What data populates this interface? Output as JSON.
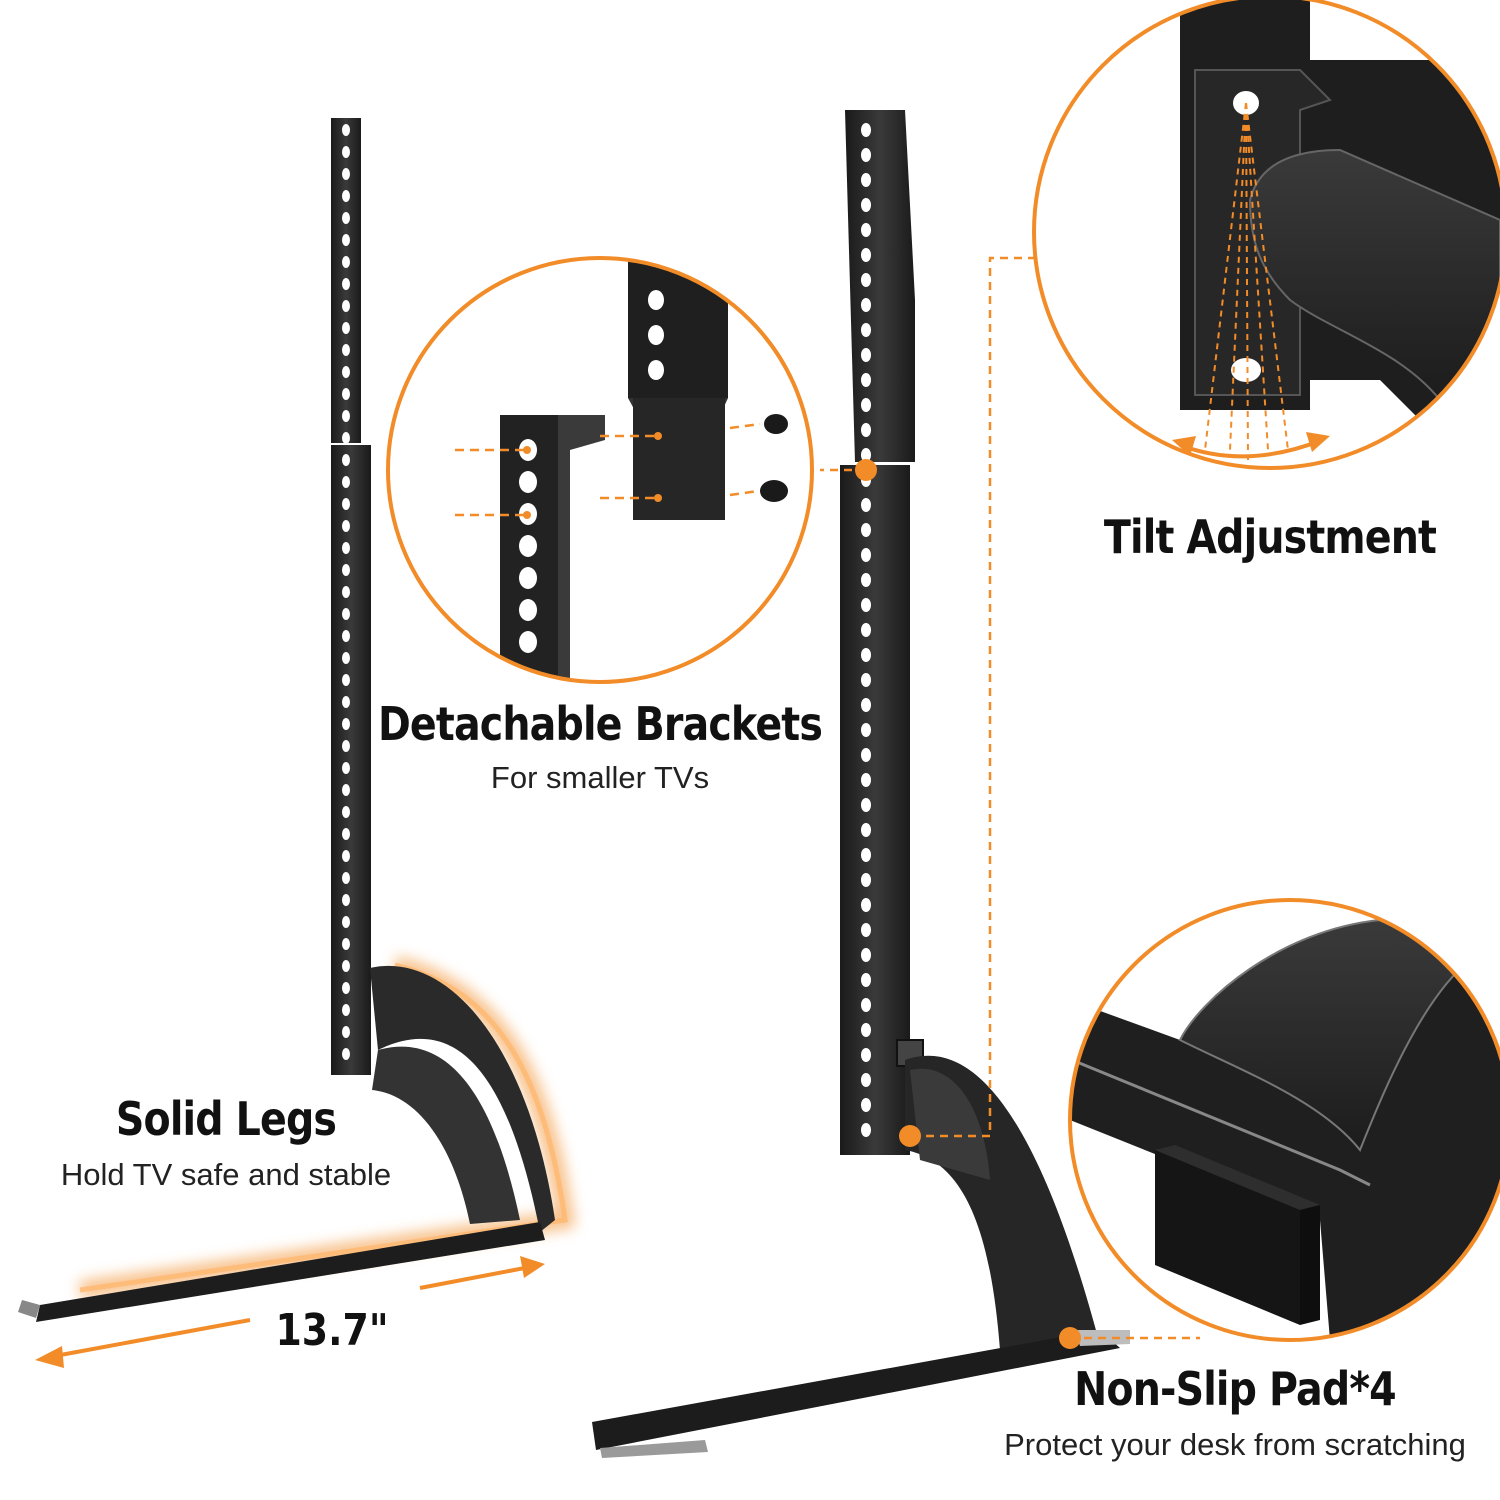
{
  "features": {
    "detachable": {
      "title": "Detachable Brackets",
      "subtitle": "For smaller TVs"
    },
    "tilt": {
      "title": "Tilt Adjustment"
    },
    "legs": {
      "title": "Solid Legs",
      "subtitle": "Hold TV safe and stable"
    },
    "pad": {
      "title": "Non-Slip Pad*4",
      "subtitle": "Protect your desk from scratching"
    }
  },
  "dimension": {
    "leg_length": "13.7\""
  },
  "colors": {
    "accent": "#f28c28",
    "metal": "#262626",
    "background": "#ffffff"
  }
}
